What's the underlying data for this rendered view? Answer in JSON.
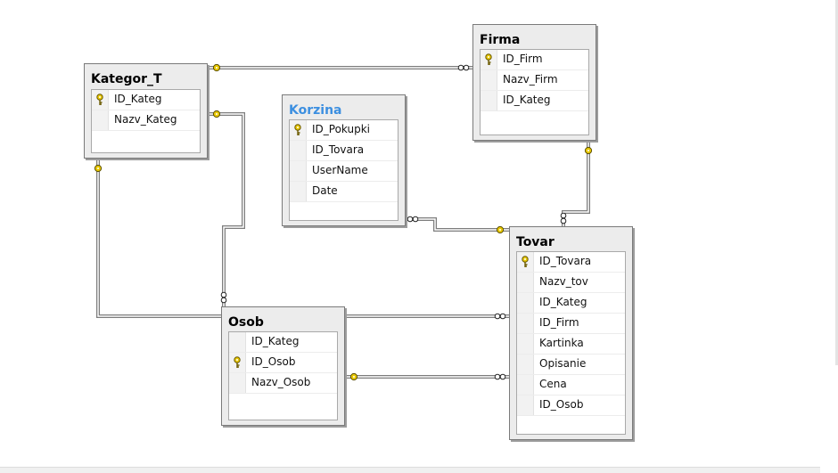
{
  "tables": {
    "firma": {
      "title": "Firma",
      "columns": [
        {
          "name": "ID_Firm",
          "pk": true
        },
        {
          "name": "Nazv_Firm",
          "pk": false
        },
        {
          "name": "ID_Kateg",
          "pk": false
        }
      ]
    },
    "kategor": {
      "title": "Kategor_T",
      "columns": [
        {
          "name": "ID_Kateg",
          "pk": true
        },
        {
          "name": "Nazv_Kateg",
          "pk": false
        }
      ]
    },
    "korzina": {
      "title": "Korzina",
      "columns": [
        {
          "name": "ID_Pokupki",
          "pk": true
        },
        {
          "name": "ID_Tovara",
          "pk": false
        },
        {
          "name": "UserName",
          "pk": false
        },
        {
          "name": "Date",
          "pk": false
        }
      ]
    },
    "tovar": {
      "title": "Tovar",
      "columns": [
        {
          "name": "ID_Tovara",
          "pk": true
        },
        {
          "name": "Nazv_tov",
          "pk": false
        },
        {
          "name": "ID_Kateg",
          "pk": false
        },
        {
          "name": "ID_Firm",
          "pk": false
        },
        {
          "name": "Kartinka",
          "pk": false
        },
        {
          "name": "Opisanie",
          "pk": false
        },
        {
          "name": "Cena",
          "pk": false
        },
        {
          "name": "ID_Osob",
          "pk": false
        }
      ]
    },
    "osob": {
      "title": "Osob",
      "columns": [
        {
          "name": "ID_Kateg",
          "pk": false
        },
        {
          "name": "ID_Osob",
          "pk": true
        },
        {
          "name": "Nazv_Osob",
          "pk": false
        }
      ]
    }
  },
  "relationships": [
    {
      "name": "kategor-firma",
      "one": "Kategor_T",
      "many": "Firma"
    },
    {
      "name": "kategor-osob",
      "one": "Kategor_T",
      "many": "Osob"
    },
    {
      "name": "kategor-tovar",
      "one": "Kategor_T",
      "many": "Tovar"
    },
    {
      "name": "firma-tovar",
      "one": "Firma",
      "many": "Tovar"
    },
    {
      "name": "tovar-korzina",
      "one": "Tovar",
      "many": "Korzina"
    },
    {
      "name": "osob-tovar",
      "one": "Osob",
      "many": "Tovar"
    }
  ],
  "colors": {
    "key": "#e8c800",
    "title_highlight": "#3c8fe0",
    "table_bg": "#ececec"
  }
}
